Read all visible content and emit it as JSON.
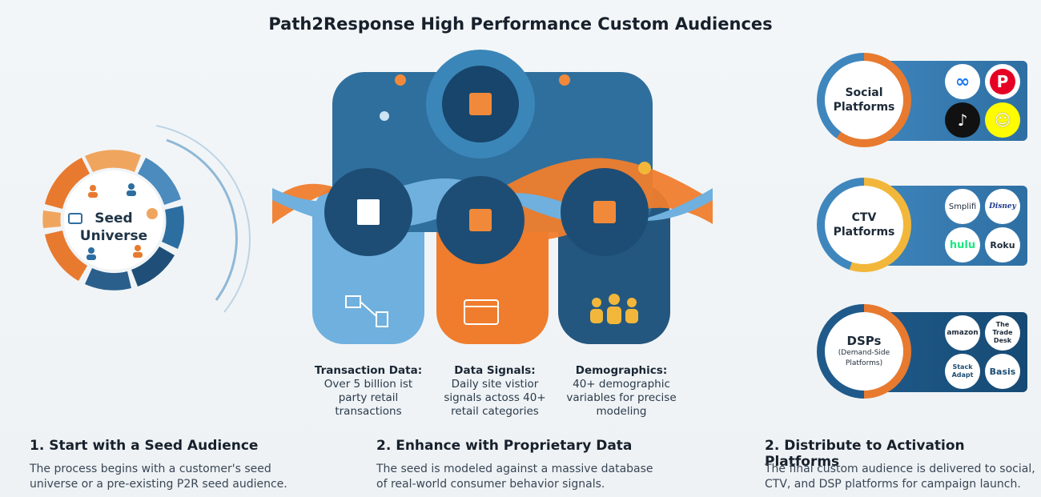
{
  "title": "Path2Response High Performance Custom Audiences",
  "seed": {
    "label_line1": "Seed",
    "label_line2": "Universe"
  },
  "columns": [
    {
      "title": "Transaction Data:",
      "desc_lines": [
        "Over 5 billion ist",
        "party retail",
        "transactions"
      ],
      "color": "#6fb0de"
    },
    {
      "title": "Data Signals:",
      "desc_lines": [
        "Daily site vistior",
        "signals actoss 40+",
        "retail categories"
      ],
      "color": "#ef7d2d"
    },
    {
      "title": "Demographics:",
      "desc_lines": [
        "40+ demographic",
        "variables for precise",
        "modeling"
      ],
      "color": "#24577f"
    }
  ],
  "platforms": {
    "social": {
      "label_line1": "Social",
      "label_line2": "Platforms",
      "ring_color": "#e87a2f",
      "logos": [
        "meta-icon",
        "pinterest-icon",
        "tiktok-icon",
        "snapchat-icon"
      ]
    },
    "ctv": {
      "label_line1": "CTV",
      "label_line2": "Platforms",
      "ring_color": "#f2b73a",
      "logos": [
        "Smplifi",
        "Disney",
        "hulu",
        "Roku"
      ]
    },
    "dsp": {
      "label_line1": "DSPs",
      "label_line2": "(Demand-Side",
      "label_line3": "Platforms)",
      "ring_color": "#e87a2f",
      "logos": [
        "amazon",
        "The Trade Desk",
        "Stack Adapt",
        "Basis"
      ]
    }
  },
  "steps": [
    {
      "title": "1. Start with a Seed Audience",
      "line1": "The process begins with a customer's seed",
      "line2": "universe or a pre-existing P2R seed audience."
    },
    {
      "title": "2. Enhance with Proprietary Data",
      "line1": "The seed is modeled against a massive database",
      "line2": "of real-world consumer behavior signals."
    },
    {
      "title": "2. Distribute to Activation Platforms",
      "line1": "The final custom audience is delivered to social,",
      "line2": "CTV, and DSP platforms for campaign launch."
    }
  ]
}
